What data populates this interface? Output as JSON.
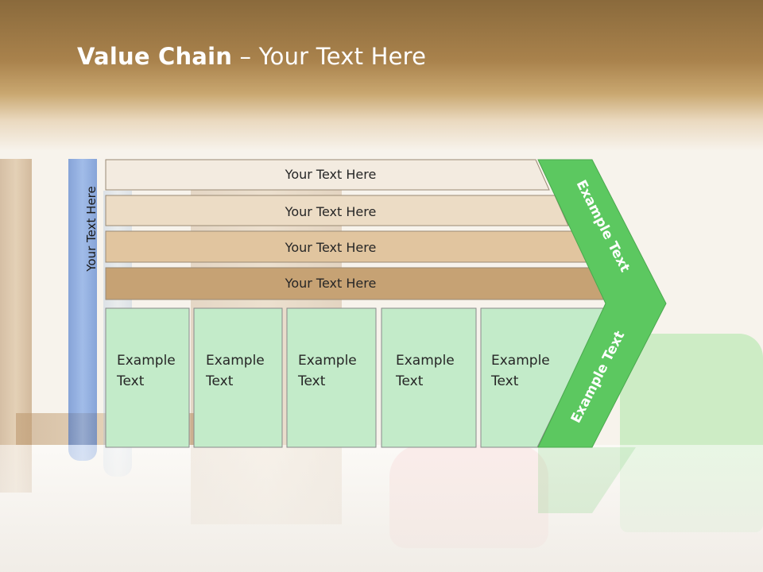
{
  "slide": {
    "title_bold": "Value Chain",
    "title_rest": " – Your Text Here",
    "side_label": "Your Text Here"
  },
  "rows": [
    {
      "label": "Your Text Here",
      "color": "#f3ebe0"
    },
    {
      "label": "Your Text Here",
      "color": "#ecdcc5"
    },
    {
      "label": "Your Text Here",
      "color": "#e1c59f"
    },
    {
      "label": "Your Text Here",
      "color": "#c6a274"
    }
  ],
  "cells": [
    {
      "line1": "Example",
      "line2": "Text"
    },
    {
      "line1": "Example",
      "line2": "Text"
    },
    {
      "line1": "Example",
      "line2": "Text"
    },
    {
      "line1": "Example",
      "line2": "Text"
    },
    {
      "line1": "Example",
      "line2": "Text"
    }
  ],
  "arrow": {
    "upper_text": "Example Text",
    "lower_text": "Example Text",
    "color": "#5cc860"
  },
  "colors": {
    "cell_fill": "#c3ebc9",
    "cell_stroke": "#8a8a8a"
  }
}
